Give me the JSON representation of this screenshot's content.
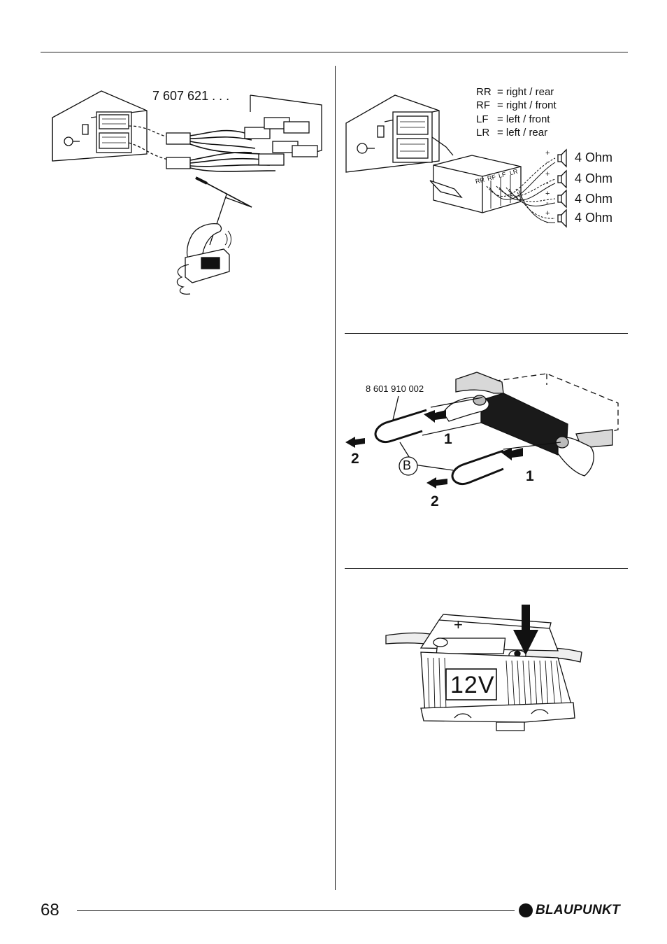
{
  "top_figure": {
    "part_number": "7 607 621 . . ."
  },
  "speaker_figure": {
    "legend": [
      {
        "code": "RR",
        "meaning": "= right / rear"
      },
      {
        "code": "RF",
        "meaning": "= right / front"
      },
      {
        "code": "LF",
        "meaning": "= left / front"
      },
      {
        "code": "LR",
        "meaning": "= left / rear"
      }
    ],
    "connector_labels": [
      "RR",
      "RF",
      "LF",
      "LR"
    ],
    "impedance": [
      "4 Ohm",
      "4 Ohm",
      "4 Ohm",
      "4 Ohm"
    ],
    "plus": "+",
    "minus": "-"
  },
  "removal_figure": {
    "tool_number": "8 601 910 002",
    "step1": "1",
    "step2": "2",
    "callout": "B"
  },
  "battery_figure": {
    "voltage": "12V",
    "plus": "+"
  },
  "footer": {
    "page_number": "68",
    "brand": "BLAUPUNKT"
  }
}
